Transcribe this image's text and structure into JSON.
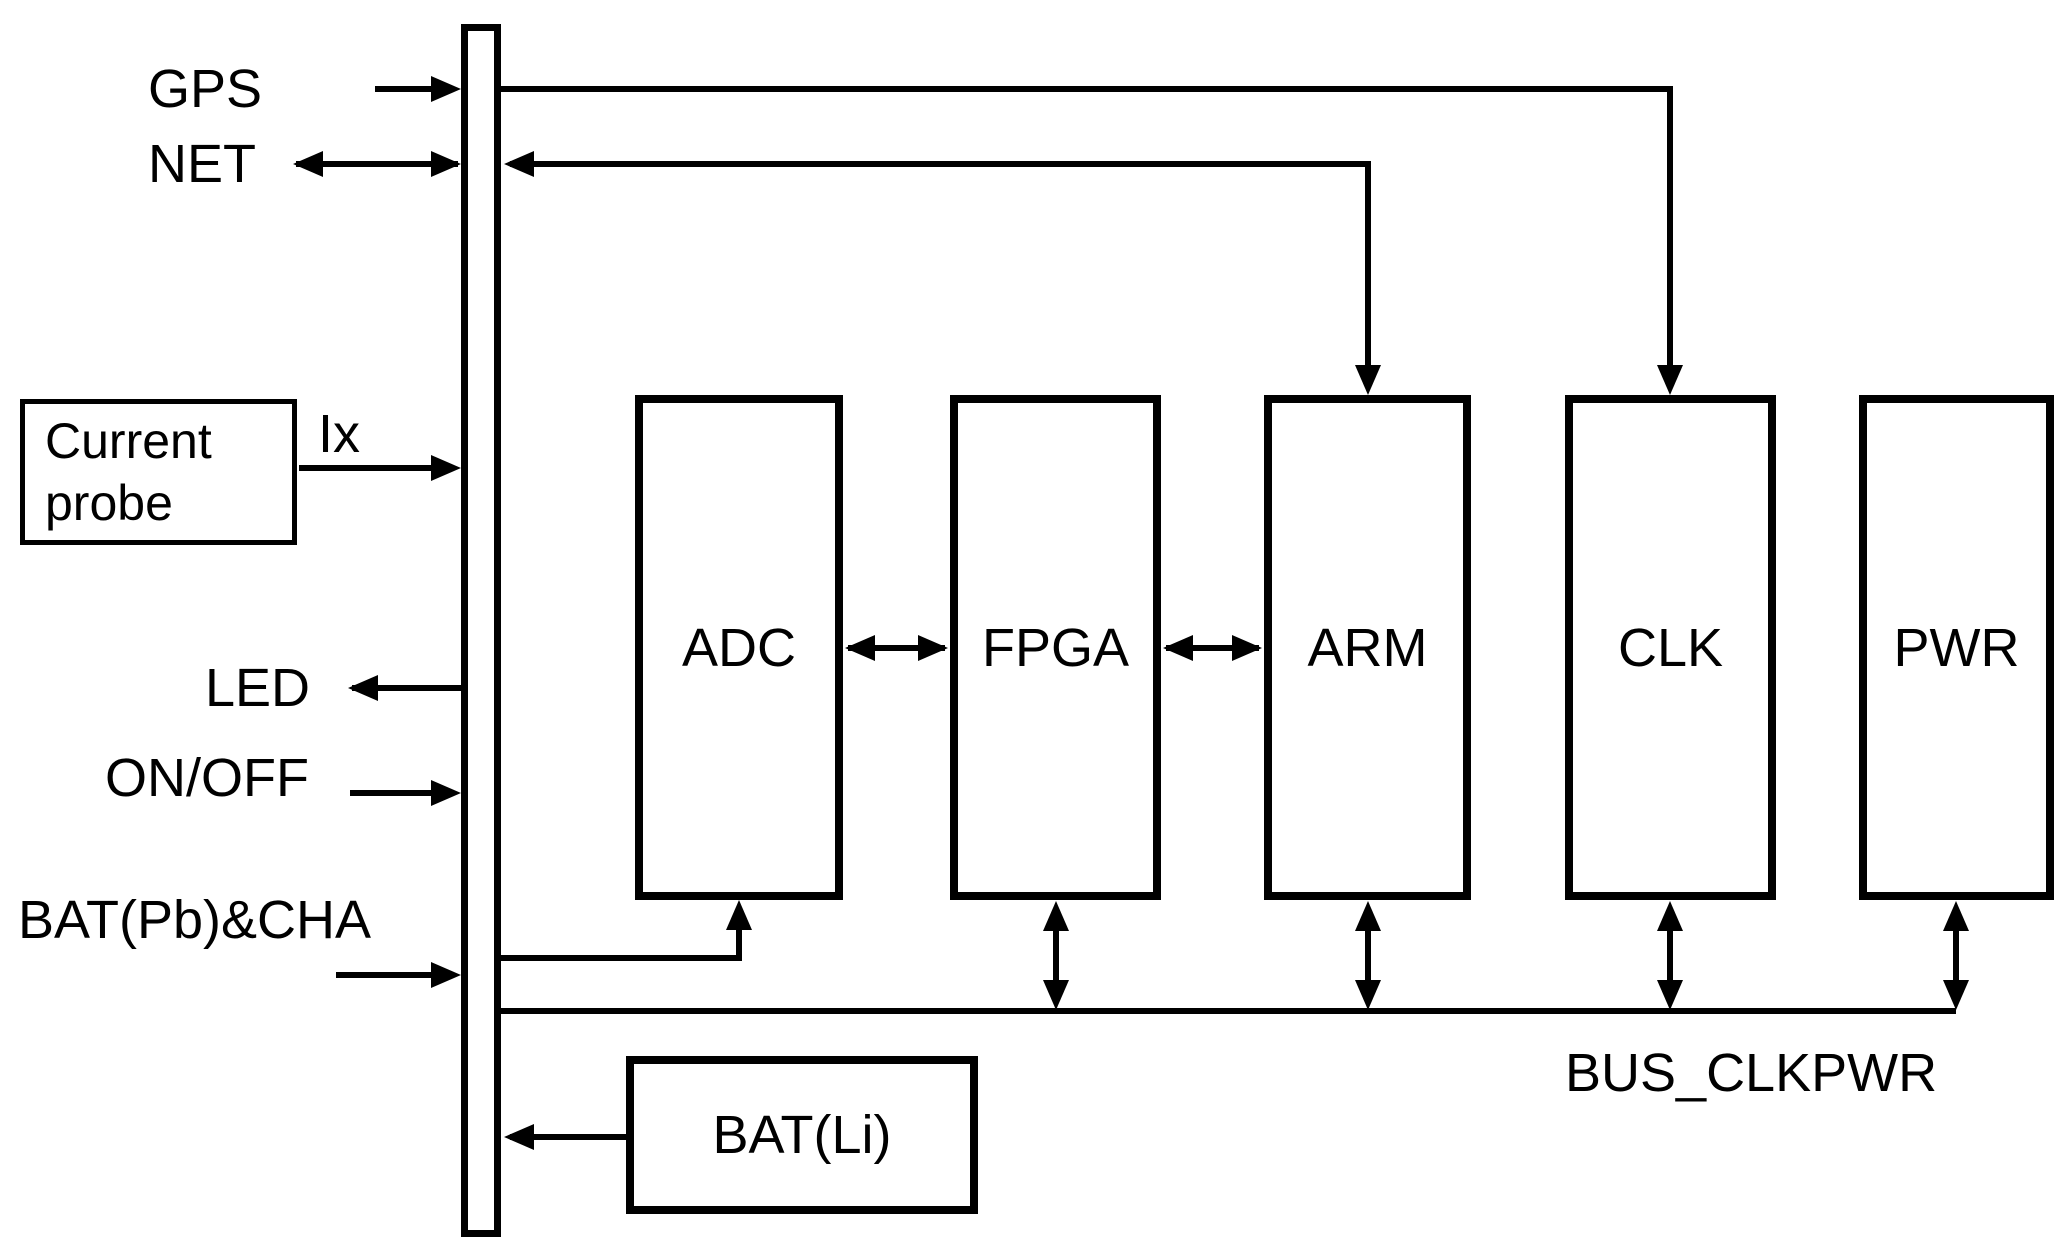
{
  "diagram": {
    "external_labels": {
      "gps": "GPS",
      "net": "NET",
      "ix": "Ix",
      "led": "LED",
      "on_off": "ON/OFF",
      "bat_pb_cha": "BAT(Pb)&CHA",
      "bus": "BUS_CLKPWR"
    },
    "boxes": {
      "current_probe": {
        "line1": "Current",
        "line2": "probe"
      },
      "bat_li": {
        "label": "BAT(Li)"
      }
    },
    "blocks": [
      {
        "label": "ADC"
      },
      {
        "label": "FPGA"
      },
      {
        "label": "ARM"
      },
      {
        "label": "CLK"
      },
      {
        "label": "PWR"
      }
    ],
    "connections": [
      {
        "from": "GPS",
        "to": "bus-bar",
        "direction": "in"
      },
      {
        "from": "NET",
        "to": "bus-bar",
        "direction": "bidirectional"
      },
      {
        "from": "bus-bar",
        "to": "CLK",
        "direction": "in",
        "signal": "GPS"
      },
      {
        "from": "bus-bar",
        "to": "ARM",
        "direction": "bidirectional",
        "signal": "NET"
      },
      {
        "from": "Current probe",
        "to": "bus-bar",
        "direction": "in",
        "signal": "Ix"
      },
      {
        "from": "bus-bar",
        "to": "LED",
        "direction": "out"
      },
      {
        "from": "ON/OFF",
        "to": "bus-bar",
        "direction": "in"
      },
      {
        "from": "BAT(Pb)&CHA",
        "to": "bus-bar",
        "direction": "in"
      },
      {
        "from": "bus-bar",
        "to": "ADC",
        "direction": "in"
      },
      {
        "from": "ADC",
        "to": "FPGA",
        "direction": "bidirectional"
      },
      {
        "from": "FPGA",
        "to": "ARM",
        "direction": "bidirectional"
      },
      {
        "from": "BUS_CLKPWR",
        "to": "FPGA",
        "direction": "bidirectional"
      },
      {
        "from": "BUS_CLKPWR",
        "to": "ARM",
        "direction": "bidirectional"
      },
      {
        "from": "BUS_CLKPWR",
        "to": "CLK",
        "direction": "bidirectional"
      },
      {
        "from": "BUS_CLKPWR",
        "to": "PWR",
        "direction": "bidirectional"
      },
      {
        "from": "BAT(Li)",
        "to": "bus-bar",
        "direction": "in"
      }
    ],
    "colors": {
      "line": "#000000",
      "background": "#ffffff"
    }
  }
}
